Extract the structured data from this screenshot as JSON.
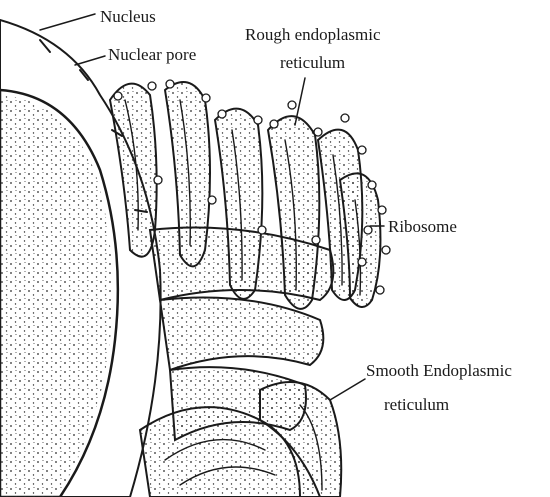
{
  "diagram": {
    "labels": {
      "nucleus": "Nucleus",
      "nuclear_pore": "Nuclear pore",
      "rer_line1": "Rough endoplasmic",
      "rer_line2": "reticulum",
      "ribosome": "Ribosome",
      "ser_line1": "Smooth Endoplasmic",
      "ser_line2": "reticulum"
    },
    "colors": {
      "ink": "#1a1a1a",
      "background": "#ffffff",
      "membrane_fill": "#e9e9e9",
      "stipple": "#2a2a2a"
    }
  }
}
